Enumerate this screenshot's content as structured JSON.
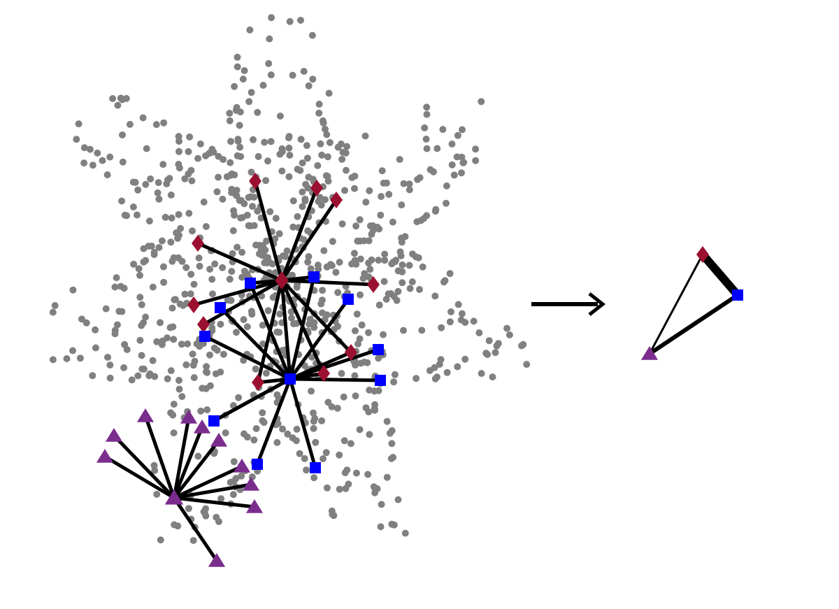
{
  "colors": {
    "background": "#ffffff",
    "background_node": "#808080",
    "edge": "#000000",
    "diamond_group": "#9b1030",
    "square_group": "#0000ff",
    "triangle_group": "#7b2d8e",
    "arrow": "#000000"
  },
  "node_types": {
    "diamond": "diamond",
    "square": "square",
    "triangle": "triangle"
  },
  "graph": {
    "hubs": [
      {
        "id": "h-diamond",
        "type": "diamond"
      },
      {
        "id": "h-square",
        "type": "square"
      },
      {
        "id": "h-triangle",
        "type": "triangle"
      }
    ],
    "diamond_leaf_count": 11,
    "square_leaf_count": 12,
    "triangle_leaf_count": 11
  },
  "summary": {
    "nodes": [
      {
        "id": "s-diamond",
        "type": "diamond"
      },
      {
        "id": "s-square",
        "type": "square"
      },
      {
        "id": "s-triangle",
        "type": "triangle"
      }
    ],
    "edges": [
      {
        "from": "s-diamond",
        "to": "s-square",
        "weight": "heavy"
      },
      {
        "from": "s-diamond",
        "to": "s-triangle",
        "weight": "light"
      },
      {
        "from": "s-square",
        "to": "s-triangle",
        "weight": "medium"
      }
    ]
  },
  "arrow": {
    "icon": "right-arrow-icon"
  }
}
